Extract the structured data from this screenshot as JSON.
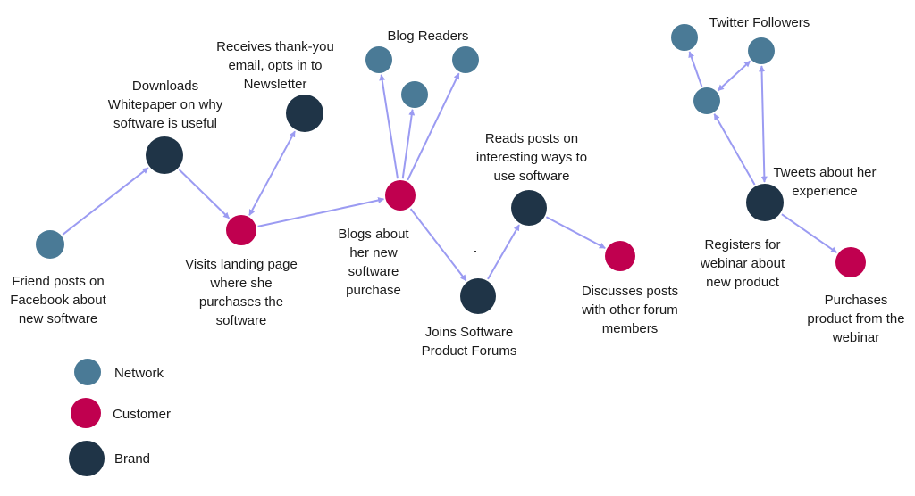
{
  "colors": {
    "network": "#4a7a96",
    "customer": "#c0004f",
    "brand": "#1f3447",
    "edge": "#9b9bf2",
    "text": "#1a1a1a"
  },
  "legend": {
    "network": "Network",
    "customer": "Customer",
    "brand": "Brand"
  },
  "nodes": {
    "friend_posts": {
      "type": "network",
      "label": "Friend posts on\nFacebook about\nnew software"
    },
    "downloads_whitepaper": {
      "type": "brand",
      "label": "Downloads\nWhitepaper on why\nsoftware is useful"
    },
    "visits_landing_page": {
      "type": "customer",
      "label": "Visits landing page\nwhere she\npurchases the\nsoftware"
    },
    "receives_email": {
      "type": "brand",
      "label": "Receives thank-you\nemail, opts in to\nNewsletter"
    },
    "blogs": {
      "type": "customer",
      "label": "Blogs about\nher new\nsoftware\npurchase"
    },
    "blog_reader_1": {
      "type": "network",
      "label": ""
    },
    "blog_reader_2": {
      "type": "network",
      "label": ""
    },
    "blog_reader_3": {
      "type": "network",
      "label": ""
    },
    "joins_forums": {
      "type": "brand",
      "label": "Joins Software\nProduct Forums"
    },
    "reads_posts": {
      "type": "brand",
      "label": "Reads posts on\ninteresting ways to\nuse software"
    },
    "discusses_posts": {
      "type": "customer",
      "label": "Discusses posts\nwith other forum\nmembers"
    },
    "twitter_1": {
      "type": "network",
      "label": ""
    },
    "twitter_2": {
      "type": "network",
      "label": ""
    },
    "twitter_3": {
      "type": "network",
      "label": ""
    },
    "tweets": {
      "type": "brand",
      "label": "Registers for\nwebinar about\nnew product"
    },
    "purchases_webinar": {
      "type": "customer",
      "label": "Purchases\nproduct from the\nwebinar"
    }
  },
  "group_labels": {
    "blog_readers": "Blog Readers",
    "twitter_followers": "Twitter Followers",
    "tweets_about": "Tweets about her\nexperience"
  }
}
